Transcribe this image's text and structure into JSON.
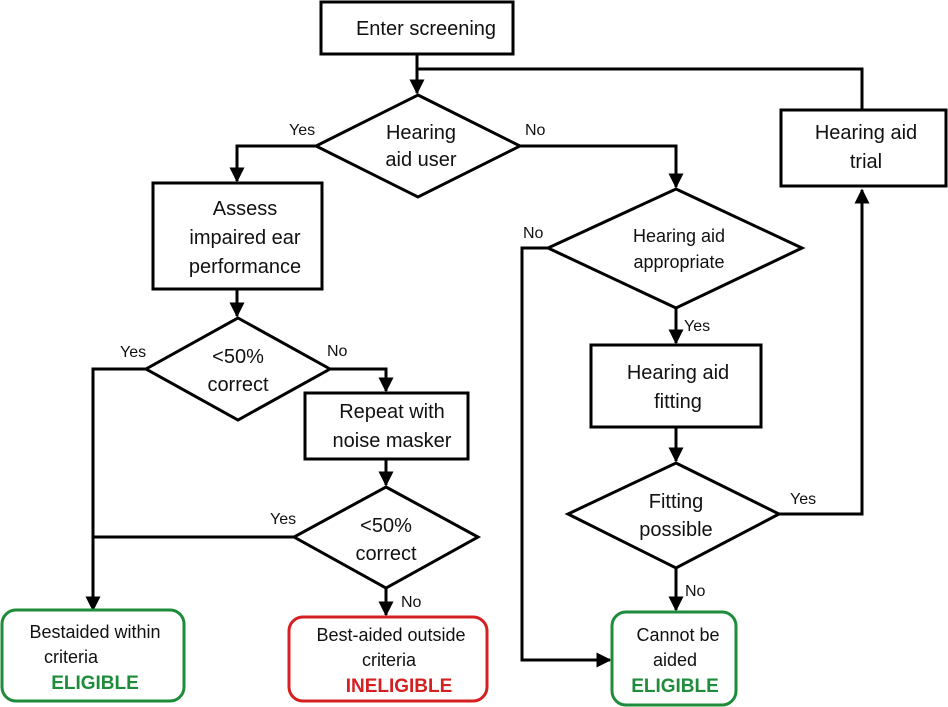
{
  "nodes": {
    "enter": "Enter screening",
    "user_l1": "Hearing",
    "user_l2": "aid user",
    "assess_l1": "Assess",
    "assess_l2": "impaired ear",
    "assess_l3": "performance",
    "c1_l1": "<50%",
    "c1_l2": "correct",
    "repeat_l1": "Repeat with",
    "repeat_l2": "noise masker",
    "c2_l1": "<50%",
    "c2_l2": "correct",
    "approp_l1": "Hearing aid",
    "approp_l2": "appropriate",
    "fitting_l1": "Hearing aid",
    "fitting_l2": "fitting",
    "possible_l1": "Fitting",
    "possible_l2": "possible",
    "trial_l1": "Hearing aid",
    "trial_l2": "trial"
  },
  "outcomes": {
    "within_l1": "Bestaided within",
    "within_l2": "criteria",
    "within_status": "ELIGIBLE",
    "outside_l1": "Best-aided outside",
    "outside_l2": "criteria",
    "outside_status": "INELIGIBLE",
    "cannot_l1": "Cannot be",
    "cannot_l2": "aided",
    "cannot_status": "ELIGIBLE"
  },
  "labels": {
    "yes": "Yes",
    "no": "No"
  },
  "colors": {
    "eligible": "#1e8c3a",
    "ineligible": "#d42020",
    "line": "#000000"
  }
}
